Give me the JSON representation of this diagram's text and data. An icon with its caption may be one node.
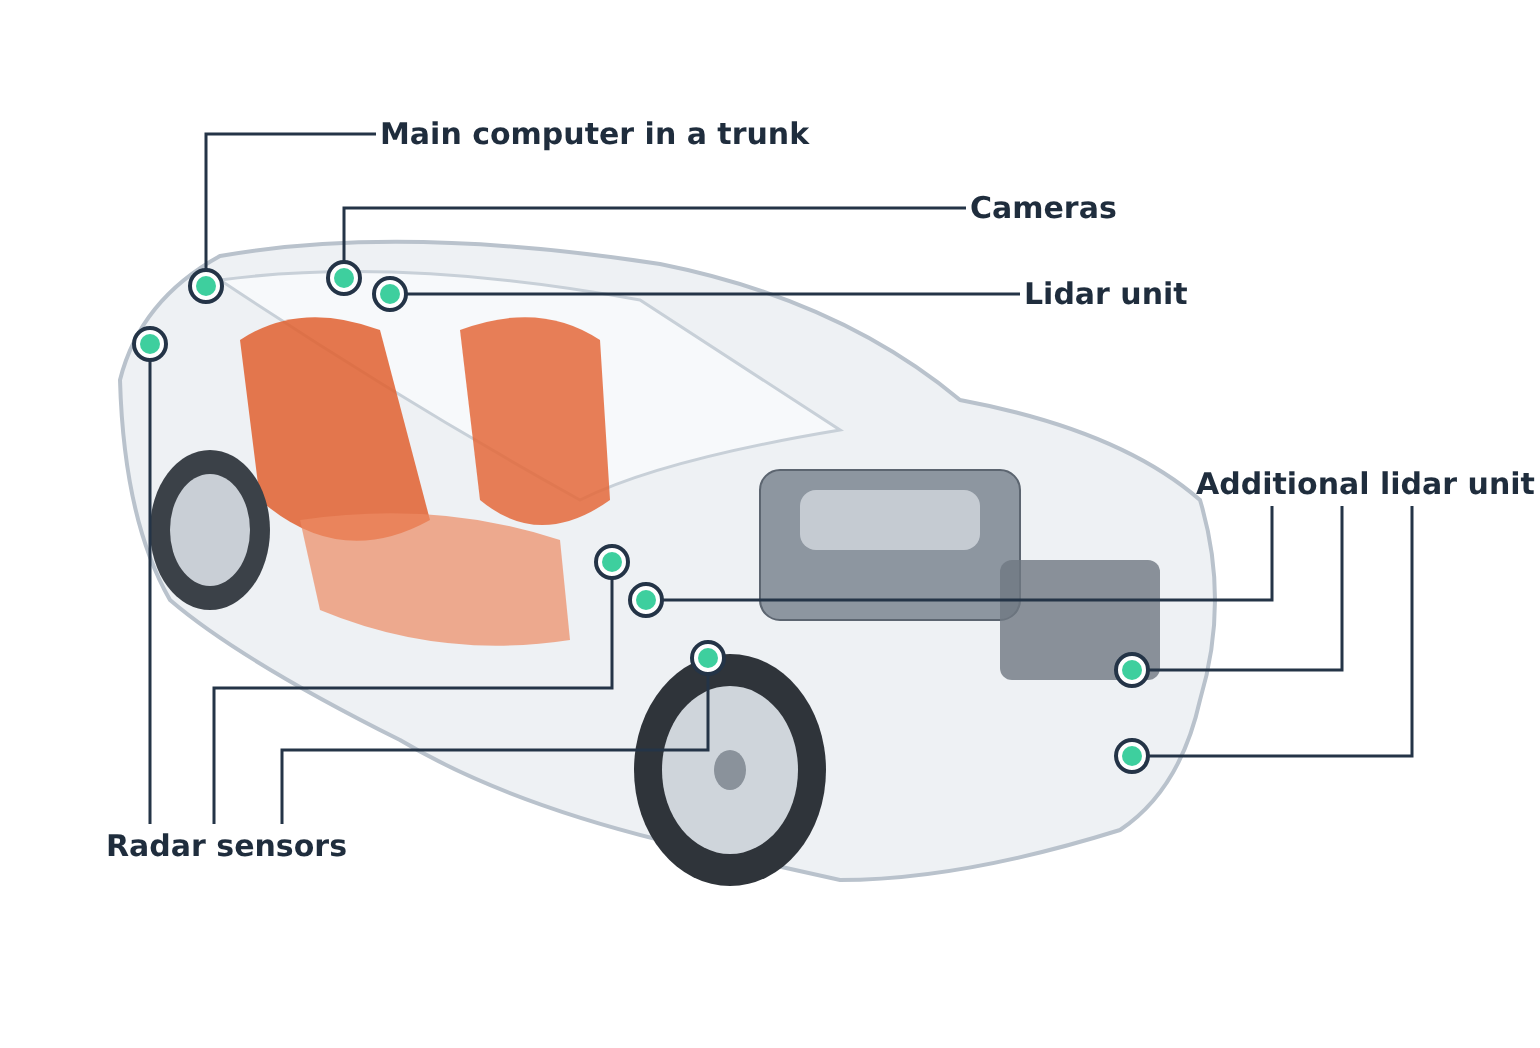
{
  "diagram": {
    "nodes": [
      {
        "text": [
          "Main computer in a trunk"
        ]
      },
      {
        "text": [
          "Cameras"
        ]
      },
      {
        "text": [
          "Lidar unit"
        ]
      },
      {
        "text": [
          "Additional lidar unit"
        ]
      },
      {
        "text": [
          "Radar sensors"
        ]
      }
    ],
    "edges": [
      {
        "from": 0,
        "to": null,
        "arrow": "other"
      },
      {
        "from": 1,
        "to": null,
        "arrow": "other"
      },
      {
        "from": 2,
        "to": null,
        "arrow": "other"
      },
      {
        "from": 3,
        "to": null,
        "arrow": "other"
      },
      {
        "from": 3,
        "to": null,
        "arrow": "other"
      },
      {
        "from": 3,
        "to": null,
        "arrow": "other"
      },
      {
        "from": 4,
        "to": null,
        "arrow": "other"
      },
      {
        "from": 4,
        "to": null,
        "arrow": "other"
      },
      {
        "from": 4,
        "to": null,
        "arrow": "other"
      }
    ]
  }
}
